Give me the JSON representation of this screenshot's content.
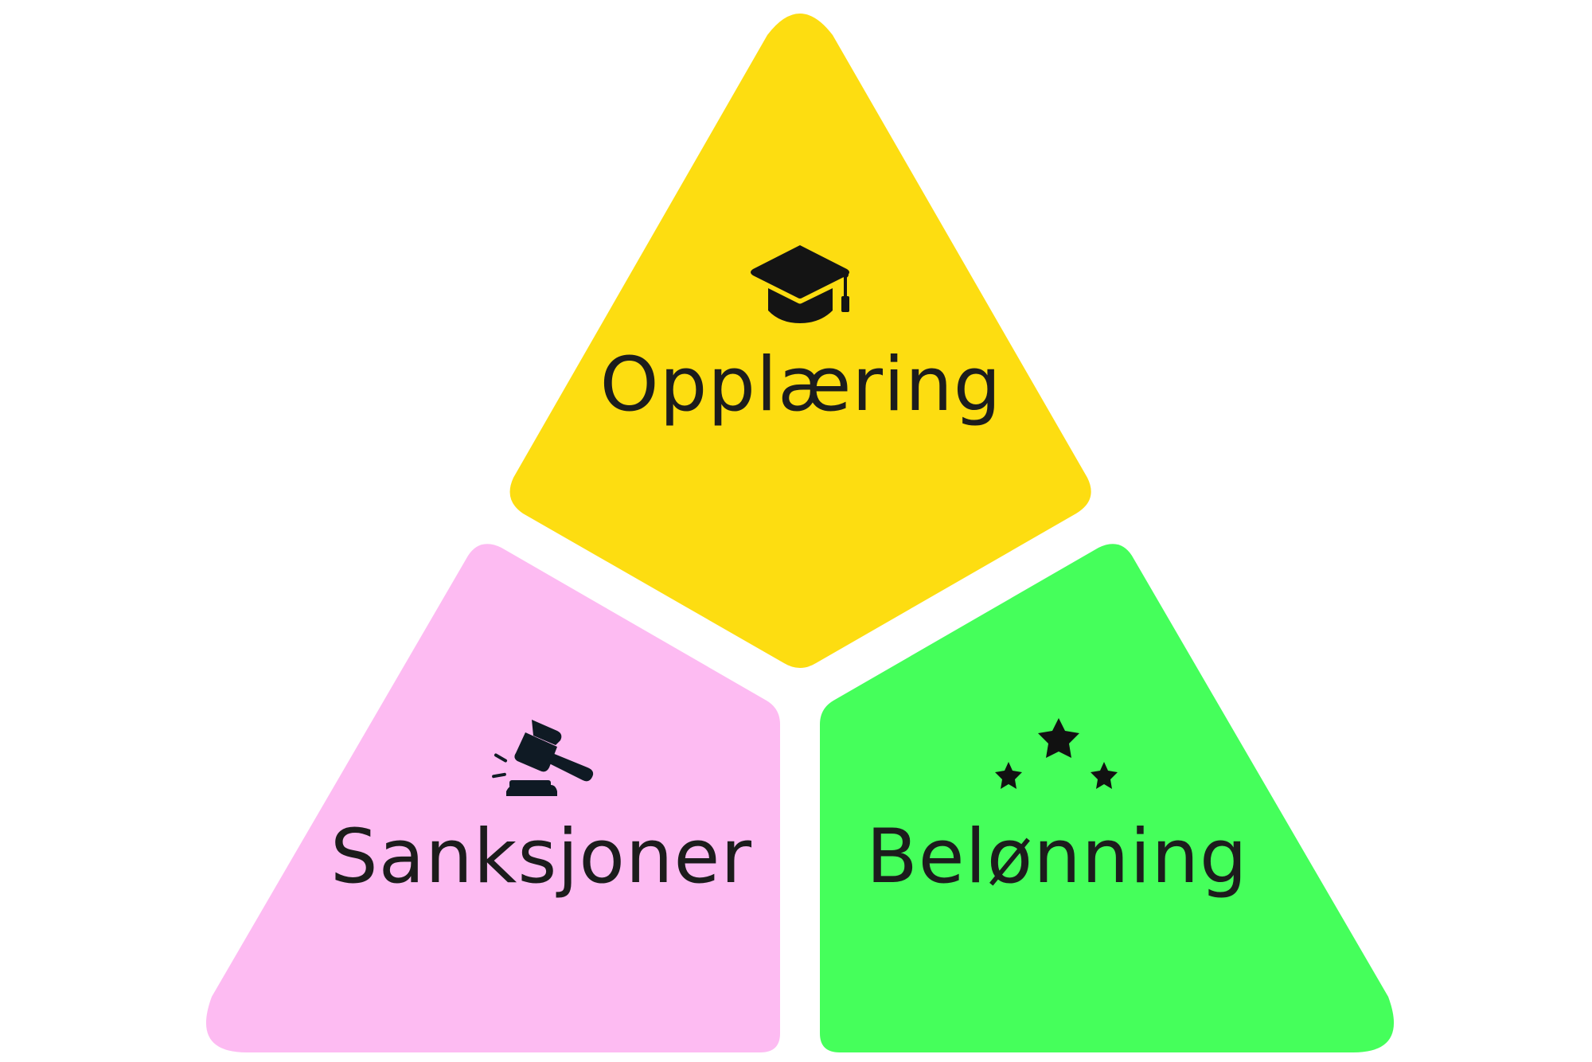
{
  "diagram": {
    "segments": [
      {
        "id": "top",
        "label": "Opplæring",
        "icon": "graduation-cap-icon",
        "color": "#FDDD11"
      },
      {
        "id": "left",
        "label": "Sanksjoner",
        "icon": "gavel-icon",
        "color": "#FDBBF2"
      },
      {
        "id": "right",
        "label": "Belønning",
        "icon": "stars-icon",
        "color": "#45FF5B"
      }
    ]
  }
}
